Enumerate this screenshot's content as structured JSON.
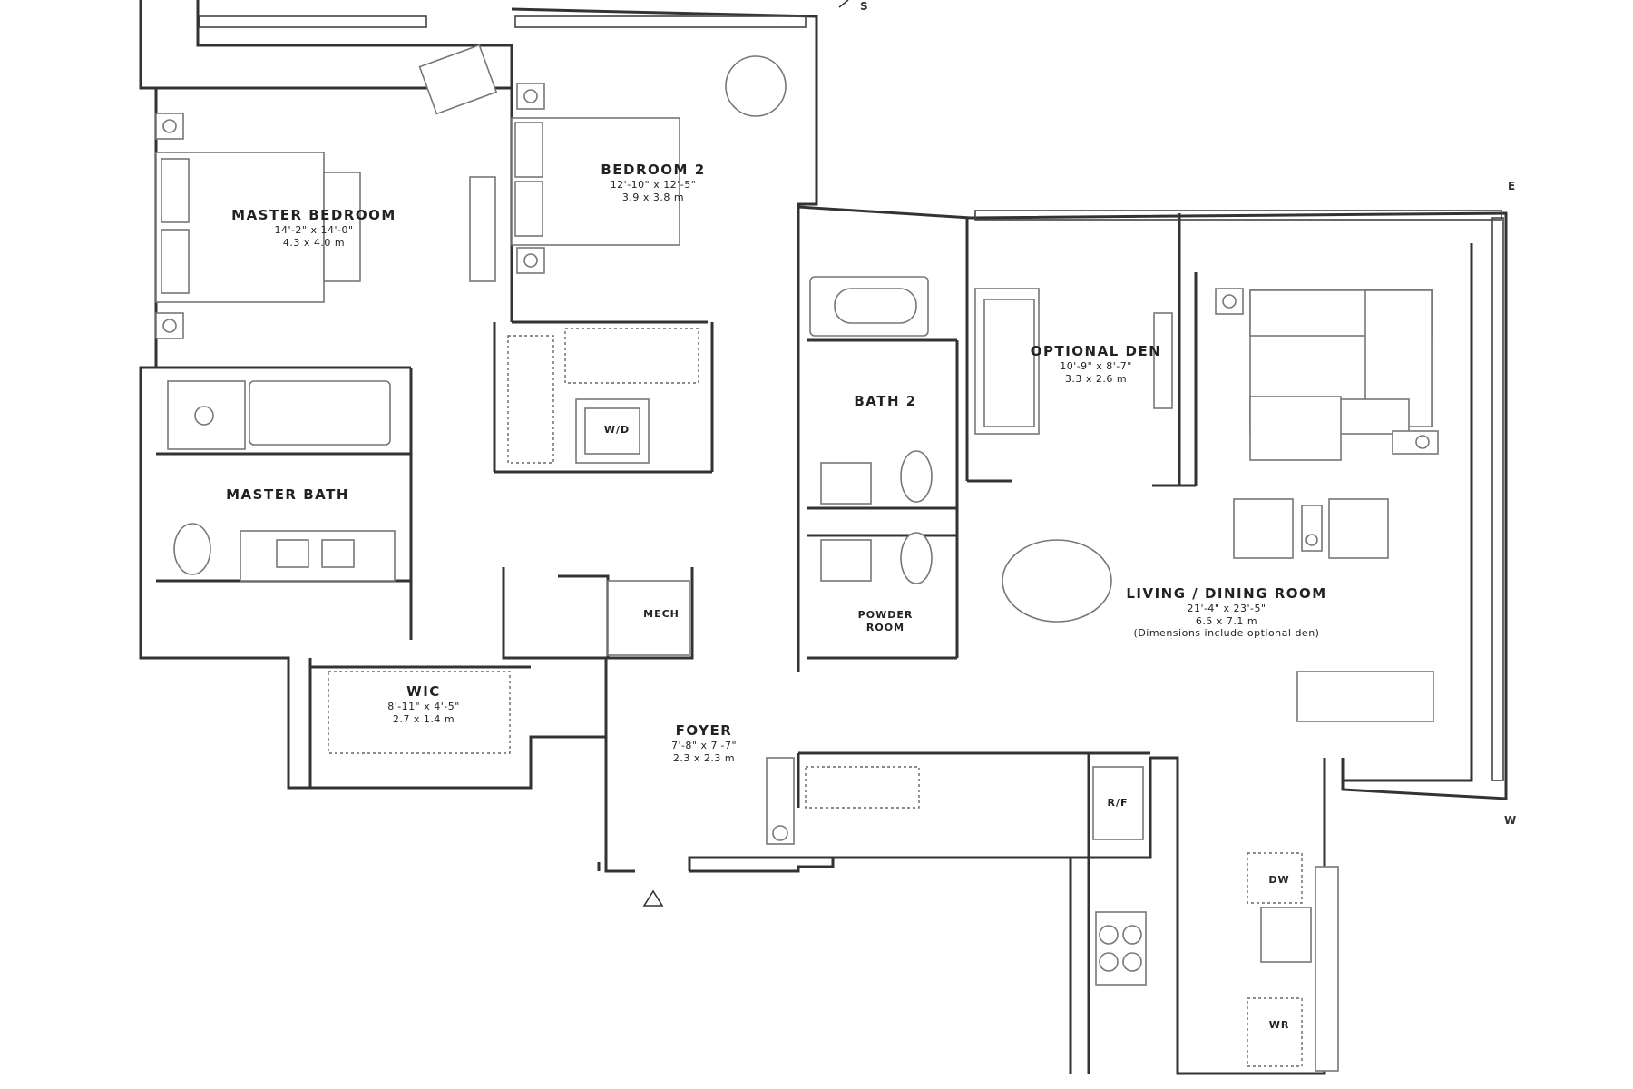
{
  "plan": {
    "rooms": [
      {
        "id": "master-bedroom",
        "name": "MASTER BEDROOM",
        "dim_imperial": "14'-2\" x 14'-0\"",
        "dim_metric": "4.3 x 4.0 m"
      },
      {
        "id": "bedroom-2",
        "name": "BEDROOM 2",
        "dim_imperial": "12'-10\" x 12'-5\"",
        "dim_metric": "3.9 x 3.8 m"
      },
      {
        "id": "optional-den",
        "name": "OPTIONAL DEN",
        "dim_imperial": "10'-9\" x 8'-7\"",
        "dim_metric": "3.3 x 2.6 m"
      },
      {
        "id": "living-dining",
        "name": "LIVING / DINING ROOM",
        "dim_imperial": "21'-4\" x 23'-5\"",
        "dim_metric": "6.5 x 7.1 m",
        "note": "(Dimensions include optional den)"
      },
      {
        "id": "wic",
        "name": "WIC",
        "dim_imperial": "8'-11\" x 4'-5\"",
        "dim_metric": "2.7 x 1.4 m"
      },
      {
        "id": "foyer",
        "name": "FOYER",
        "dim_imperial": "7'-8\" x 7'-7\"",
        "dim_metric": "2.3 x 2.3 m"
      },
      {
        "id": "master-bath",
        "name": "MASTER BATH"
      },
      {
        "id": "bath-2",
        "name": "BATH 2"
      },
      {
        "id": "powder-room",
        "name": "POWDER ROOM",
        "line1": "POWDER",
        "line2": "ROOM"
      },
      {
        "id": "mech",
        "name": "MECH"
      }
    ],
    "appliances": {
      "washer_dryer": "W/D",
      "refrigerator": "R/F",
      "dishwasher": "DW",
      "wine_refrigerator": "WR"
    },
    "compass": {
      "south": "S",
      "east": "E",
      "west": "W"
    },
    "entry_marker": "entry-triangle",
    "colors": {
      "wall": "#333333",
      "furniture": "#777777",
      "background": "#ffffff"
    }
  }
}
